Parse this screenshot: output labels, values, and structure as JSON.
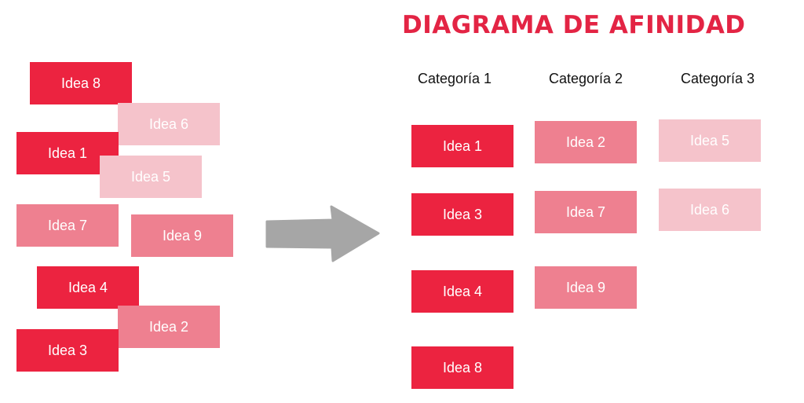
{
  "title": "DIAGRAMA DE AFINIDAD",
  "colors": {
    "accent": "#e32444",
    "level1": "#ec2340",
    "level2": "#ee8090",
    "level3": "#f5c3cb",
    "arrow": "#a6a6a6"
  },
  "unsorted": [
    {
      "label": "Idea 8",
      "shade": "level1"
    },
    {
      "label": "Idea 6",
      "shade": "level3"
    },
    {
      "label": "Idea 1",
      "shade": "level1"
    },
    {
      "label": "Idea 5",
      "shade": "level3"
    },
    {
      "label": "Idea 7",
      "shade": "level2"
    },
    {
      "label": "Idea 9",
      "shade": "level2"
    },
    {
      "label": "Idea 4",
      "shade": "level1"
    },
    {
      "label": "Idea 2",
      "shade": "level2"
    },
    {
      "label": "Idea 3",
      "shade": "level1"
    }
  ],
  "categories": [
    {
      "name": "Categoría 1",
      "items": [
        "Idea 1",
        "Idea 3",
        "Idea 4",
        "Idea 8"
      ]
    },
    {
      "name": "Categoría 2",
      "items": [
        "Idea 2",
        "Idea 7",
        "Idea 9"
      ]
    },
    {
      "name": "Categoría 3",
      "items": [
        "Idea 5",
        "Idea 6"
      ]
    }
  ],
  "arrow_icon": "right-arrow-icon"
}
